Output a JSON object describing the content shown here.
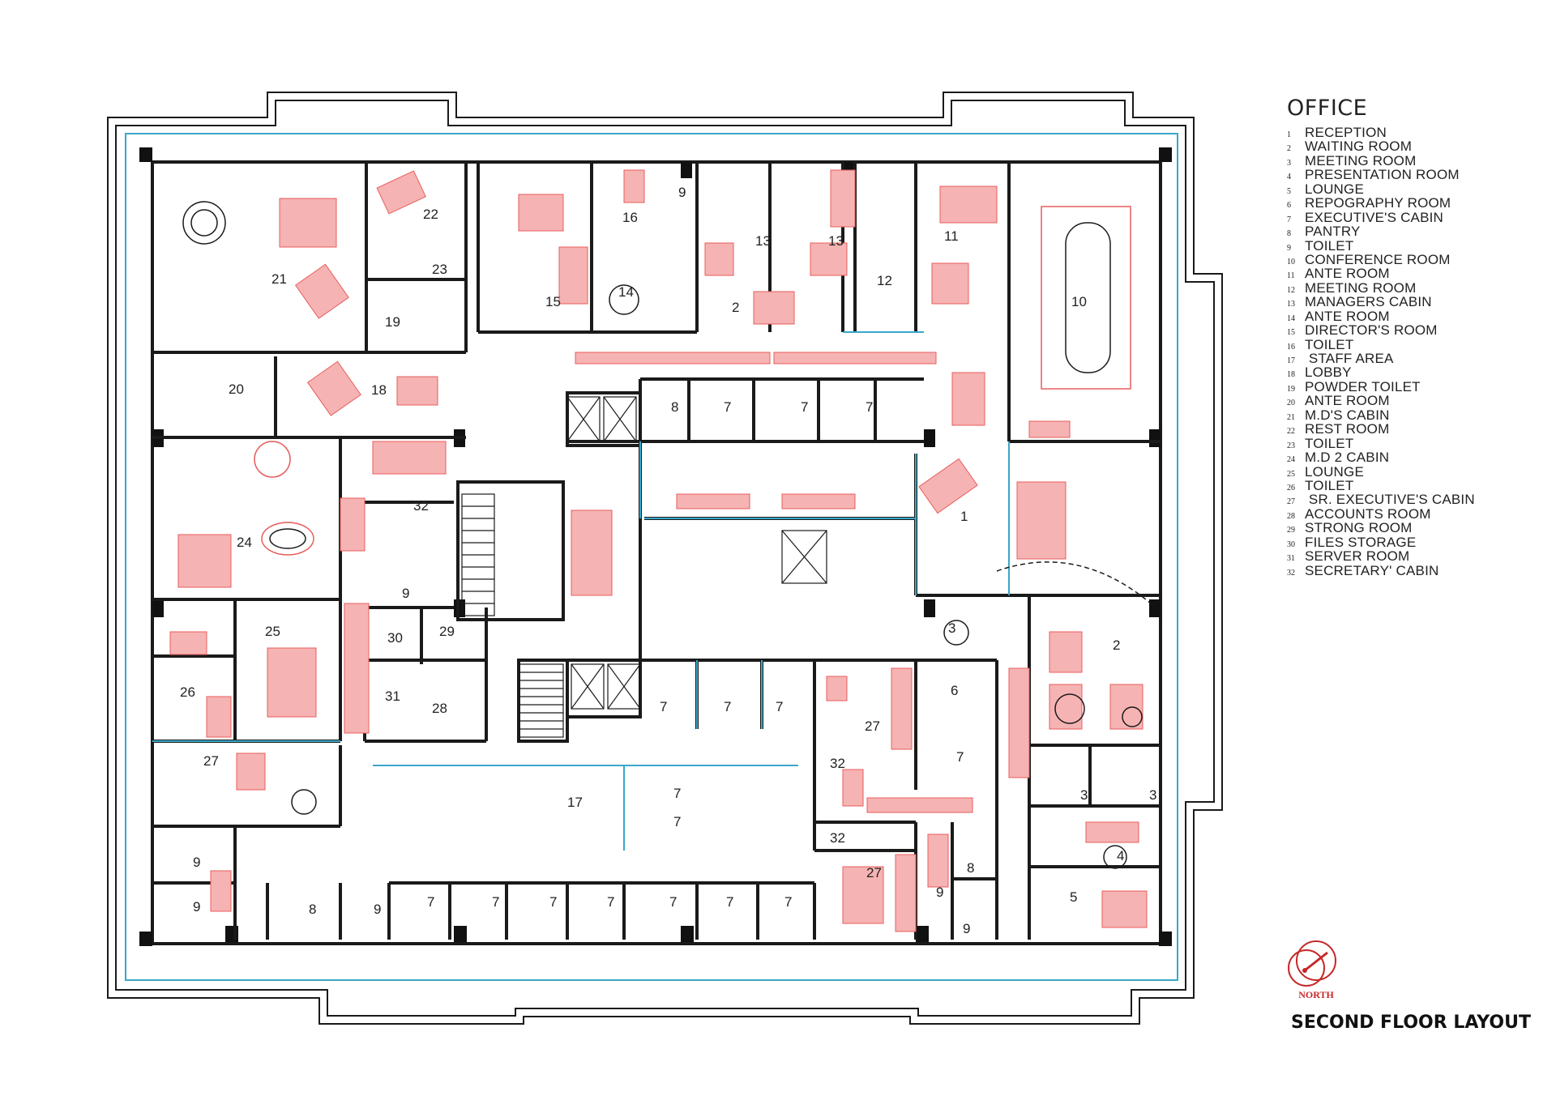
{
  "legend": {
    "title": "OFFICE",
    "items": [
      {
        "num": "1",
        "label": "RECEPTION"
      },
      {
        "num": "2",
        "label": "WAITING ROOM"
      },
      {
        "num": "3",
        "label": "MEETING ROOM"
      },
      {
        "num": "4",
        "label": "PRESENTATION  ROOM"
      },
      {
        "num": "5",
        "label": "LOUNGE"
      },
      {
        "num": "6",
        "label": "REPOGRAPHY ROOM"
      },
      {
        "num": "7",
        "label": "EXECUTIVE'S CABIN"
      },
      {
        "num": "8",
        "label": "PANTRY"
      },
      {
        "num": "9",
        "label": "TOILET"
      },
      {
        "num": "10",
        "label": "CONFERENCE ROOM"
      },
      {
        "num": "11",
        "label": "ANTE ROOM"
      },
      {
        "num": "12",
        "label": "MEETING ROOM"
      },
      {
        "num": "13",
        "label": "MANAGERS CABIN"
      },
      {
        "num": "14",
        "label": "ANTE ROOM"
      },
      {
        "num": "15",
        "label": "DIRECTOR'S ROOM"
      },
      {
        "num": "16",
        "label": "TOILET"
      },
      {
        "num": "17",
        "label": " STAFF AREA"
      },
      {
        "num": "18",
        "label": "LOBBY"
      },
      {
        "num": "19",
        "label": "POWDER TOILET"
      },
      {
        "num": "20",
        "label": "ANTE ROOM"
      },
      {
        "num": "21",
        "label": "M.D'S CABIN"
      },
      {
        "num": "22",
        "label": "REST ROOM"
      },
      {
        "num": "23",
        "label": "TOILET"
      },
      {
        "num": "24",
        "label": "M.D 2 CABIN"
      },
      {
        "num": "25",
        "label": "LOUNGE"
      },
      {
        "num": "26",
        "label": "TOILET"
      },
      {
        "num": "27",
        "label": " SR. EXECUTIVE'S CABIN"
      },
      {
        "num": "28",
        "label": "ACCOUNTS ROOM"
      },
      {
        "num": "29",
        "label": "STRONG ROOM"
      },
      {
        "num": "30",
        "label": "FILES STORAGE"
      },
      {
        "num": "31",
        "label": "SERVER ROOM"
      },
      {
        "num": "32",
        "label": "SECRETARY' CABIN"
      }
    ]
  },
  "north_label": "NORTH",
  "plan_title": "SECOND FLOOR LAYOUT",
  "room_labels": [
    "21",
    "22",
    "23",
    "19",
    "15",
    "16",
    "14",
    "9",
    "13",
    "2",
    "13",
    "12",
    "11",
    "10",
    "20",
    "18",
    "8",
    "7",
    "7",
    "7",
    "24",
    "32",
    "9",
    "1",
    "25",
    "30",
    "29",
    "31",
    "28",
    "3",
    "6",
    "2",
    "26",
    "7",
    "7",
    "7",
    "27",
    "7",
    "27",
    "32",
    "3",
    "3",
    "17",
    "7",
    "7",
    "32",
    "4",
    "9",
    "9",
    "8",
    "9",
    "7",
    "7",
    "7",
    "7",
    "7",
    "7",
    "7",
    "27",
    "9",
    "8",
    "5",
    "9"
  ],
  "colors": {
    "wall": "#1a1a1a",
    "glass": "#3aa7c9",
    "accent": "#e85d5d",
    "accent_light": "#f6b3b3",
    "north_red": "#c62828"
  }
}
